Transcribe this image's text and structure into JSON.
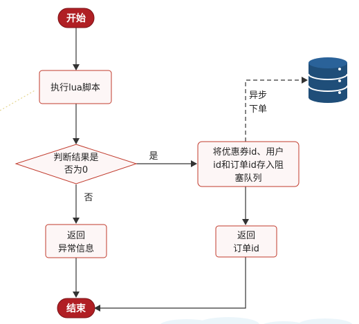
{
  "nodes": {
    "start": "开始",
    "exec_lua": "执行lua脚本",
    "decision": [
      "判断结果是",
      "否为0"
    ],
    "enqueue": [
      "将优惠券id、用户",
      "id和订单id存入阻",
      "塞队列"
    ],
    "return_error": [
      "返回",
      "异常信息"
    ],
    "return_order": [
      "返回",
      "订单id"
    ],
    "end": "结束"
  },
  "edges": {
    "yes": "是",
    "no": "否",
    "async": [
      "异步",
      "下单"
    ]
  },
  "colors": {
    "terminal_fill": "#b01f24",
    "node_border": "#c0392b",
    "node_fill": "#fdf6f6",
    "line": "#333333",
    "db_fill": "#1f4e79",
    "accent_dash": "#e3d48a"
  },
  "icons": {
    "database": "database-icon"
  }
}
